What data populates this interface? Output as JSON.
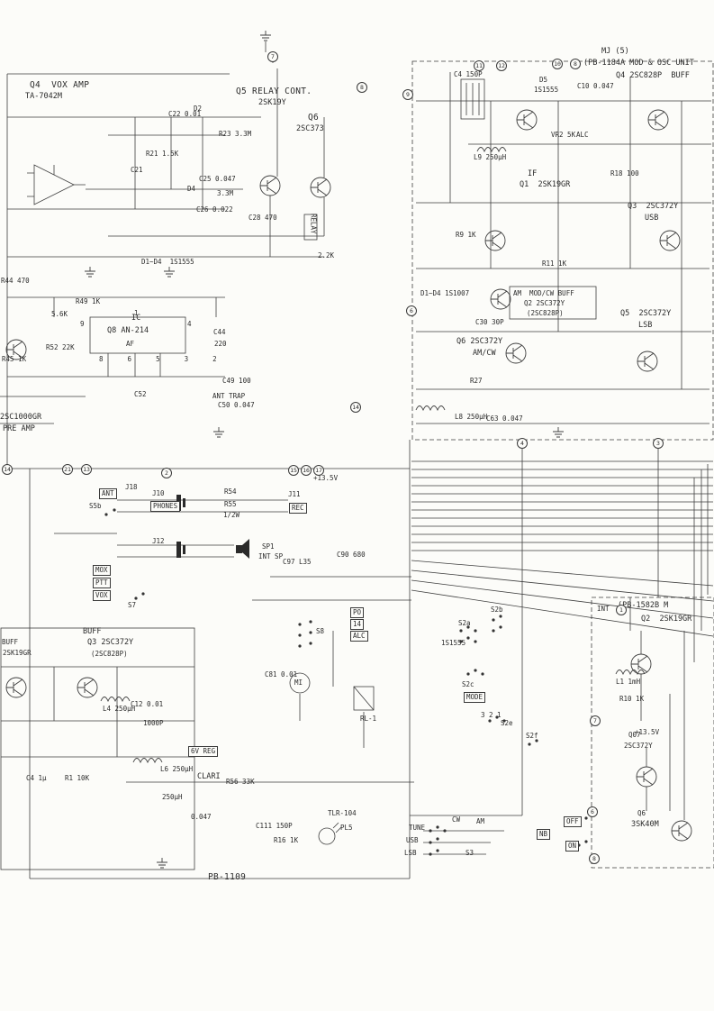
{
  "t": {
    "vox_title": "Q4  VOX AMP",
    "vox_part": "TA-7042M",
    "relay_title": "Q5 RELAY CONT.",
    "relay_part": "2SK19Y",
    "q6_title": "Q6",
    "q6_part": "2SC373",
    "mj": "MJ (5)",
    "mod_unit": "(PB-1184A MOD & OSC UNIT",
    "q4_buff": "Q4 2SC828P  BUFF",
    "if_label": "IF",
    "q1": "Q1  2SK19GR",
    "usb_q": "Q3  2SC372Y",
    "usb": "USB",
    "am_buff1": "AM  MOD/CW BUFF",
    "am_buff2": "Q2 2SC372Y",
    "am_buff3": "(2SC828P)",
    "lsb_q": "Q5  2SC372Y",
    "lsb": "LSB",
    "amcw_q": "Q6 2SC372Y",
    "amcw": "AM/CW",
    "d_top": "D1~D4  1S1555",
    "d_mid": "D1~D4 1S1007",
    "ic": "IC",
    "ic_part": "Q8 AN-214",
    "af": "AF",
    "pre_part": "2SC1000GR",
    "pre": "PRE AMP",
    "l8": "L8 250μH",
    "buff_top": "BUFF",
    "buff_q3": "Q3 2SC372Y",
    "buff_q3p": "(2SC828P)",
    "buff_left": "BUFF",
    "buff_left_part": "2SK19GR",
    "pb1582": "(PB-1582B M",
    "q2_right": "Q2  2SK19GR",
    "q07": "Q07",
    "q07_part": "2SC372Y",
    "q6_right": "Q6",
    "q6_right_part": "3SK40M",
    "vreg": "6V REG",
    "clari": "CLARI",
    "tlr": "TLR-104",
    "pl5": "PL5",
    "sheet_no": "PB-1109",
    "mode": "MODE",
    "ant": "ANT",
    "phones": "PHONES",
    "rec": "REC",
    "mox": "MOX",
    "ptt": "PTT",
    "vox_sw": "VOX",
    "po": "PO",
    "meter14": "14",
    "alc2": "ALC",
    "nb": "NB",
    "off": "OFF",
    "on": "ON",
    "s5b": "S5b",
    "s7": "S7",
    "s8": "S8",
    "s2a": "S2a",
    "s2b": "S2b",
    "s2c": "S2c",
    "s2e": "S2e",
    "s2f": "S2f",
    "s3": "S3",
    "seq321": "3 2 1",
    "j18": "J18",
    "j10": "J10",
    "j11": "J11",
    "j12": "J12",
    "sp1": "SP1",
    "int_sp": "INT SP",
    "mi": "MI",
    "rl1": "RL-1",
    "v135a": "+13.5V",
    "v135b": "+13.5V",
    "tune": "TUNE",
    "cw": "CW",
    "am": "AM",
    "usb_sw": "USB",
    "lsb_sw": "LSB",
    "int_lbl": "INT"
  },
  "pins": {
    "b": "8  6  5  3  2",
    "p1": "1",
    "p4": "4",
    "p9": "9"
  },
  "p": [
    "C22 0.01",
    "D2",
    "R21 1.5K",
    "C21",
    "R23 3.3M",
    "C25 0.047",
    "D4",
    "3.3M",
    "C26 0.022",
    "C28 470",
    "RELAY",
    "2.2K",
    "R49 1K",
    "C44",
    "220",
    "C49 100",
    "C50 0.047",
    "ANT TRAP",
    "C52",
    "R52 22K",
    "R45 1K",
    "R44 470",
    "5.6K",
    "R54",
    "R55",
    "1/2W",
    "C90 680",
    "L35",
    "C97",
    "R1 10K",
    "C4 1μ",
    "L4 250μH",
    "C12 0.01",
    "1000P",
    "L6 250μH",
    "250μH",
    "0.047",
    "R56 33K",
    "C111 150P",
    "R16 1K",
    "C4 150P",
    "D5",
    "1S1555",
    "C10 0.047",
    "VR2 5K",
    "ALC",
    "L9 250μH",
    "R18 100",
    "R9 1K",
    "R11 1K",
    "C30 30P",
    "R27",
    "C63 0.047",
    "L1 1mH",
    "R10 1K",
    "1S1555",
    "C81 0.01"
  ],
  "n": [
    "7",
    "8",
    "9",
    "11",
    "12",
    "10",
    "8",
    "14",
    "21",
    "13",
    "2",
    "15",
    "16",
    "17",
    "14",
    "6",
    "4",
    "3",
    "1",
    "7",
    "6",
    "8"
  ]
}
